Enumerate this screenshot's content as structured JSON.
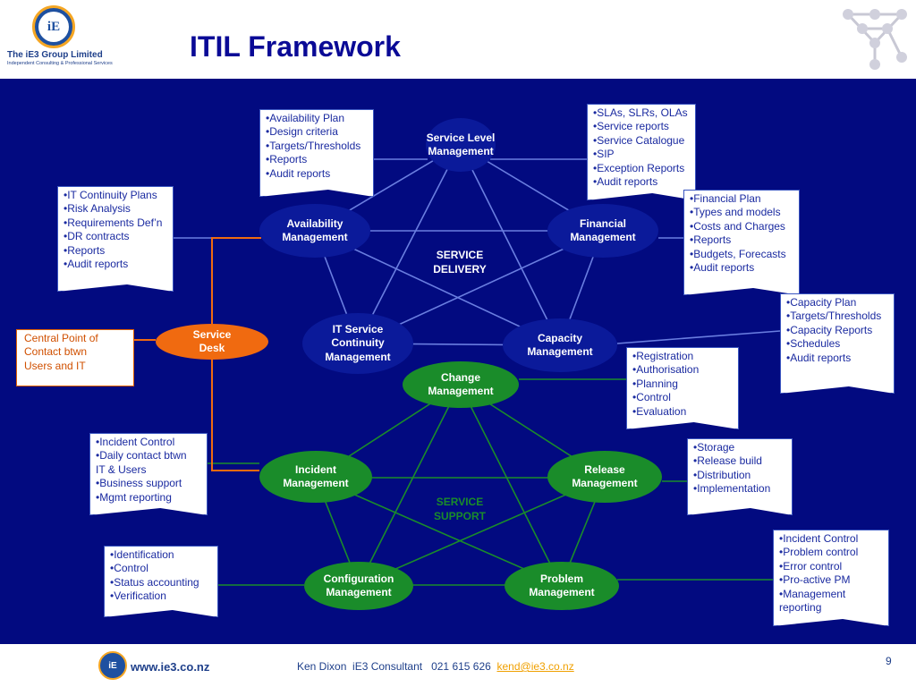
{
  "header": {
    "logo_text": "iE",
    "company_name": "The iE3 Group Limited",
    "company_tagline": "Independent Consulting & Professional Services",
    "title": "ITIL Framework"
  },
  "diagram": {
    "service_delivery_label": [
      "SERVICE",
      "DELIVERY"
    ],
    "service_support_label": [
      "SERVICE",
      "SUPPORT"
    ],
    "nodes": {
      "service_level": [
        "Service Level",
        "Management"
      ],
      "availability": [
        "Availability",
        "Management"
      ],
      "financial": [
        "Financial",
        "Management"
      ],
      "it_continuity": [
        "IT Service",
        "Continuity",
        "Management"
      ],
      "capacity": [
        "Capacity",
        "Management"
      ],
      "service_desk": [
        "Service",
        "Desk"
      ],
      "change": [
        "Change",
        "Management"
      ],
      "incident": [
        "Incident",
        "Management"
      ],
      "release": [
        "Release",
        "Management"
      ],
      "configuration": [
        "Configuration",
        "Management"
      ],
      "problem": [
        "Problem",
        "Management"
      ]
    },
    "notes": {
      "availability": [
        "•Availability Plan",
        "•Design criteria",
        "•Targets/Thresholds",
        "•Reports",
        "•Audit reports"
      ],
      "service_level": [
        "•SLAs, SLRs, OLAs",
        "•Service reports",
        "•Service Catalogue",
        "•SIP",
        "•Exception Reports",
        "•Audit reports"
      ],
      "it_continuity": [
        "•IT Continuity Plans",
        "•Risk Analysis",
        "•Requirements Def’n",
        "•DR contracts",
        "•Reports",
        "•Audit reports"
      ],
      "financial": [
        "•Financial Plan",
        "•Types and models",
        "•Costs and Charges",
        "•Reports",
        "•Budgets, Forecasts",
        "•Audit reports"
      ],
      "capacity": [
        "•Capacity Plan",
        "•Targets/Thresholds",
        "•Capacity Reports",
        "•Schedules",
        "•Audit reports"
      ],
      "change": [
        "•Registration",
        "•Authorisation",
        "•Planning",
        "•Control",
        "•Evaluation"
      ],
      "incident": [
        "•Incident Control",
        "•Daily contact btwn",
        "IT & Users",
        "•Business support",
        "•Mgmt reporting"
      ],
      "release": [
        "•Storage",
        "•Release build",
        "•Distribution",
        "•Implementation"
      ],
      "configuration": [
        "•Identification",
        "•Control",
        "•Status accounting",
        "•Verification"
      ],
      "problem": [
        "•Incident Control",
        "•Problem control",
        "•Error control",
        "•Pro-active PM",
        "•Management",
        "reporting"
      ],
      "service_desk": [
        "Central Point of",
        "Contact btwn",
        "Users and IT"
      ]
    }
  },
  "footer": {
    "logo_text": "iE",
    "website": "www.ie3.co.nz",
    "contact": "Ken Dixon  iE3 Consultant   021 615 626  ",
    "email": "kend@ie3.co.nz",
    "page_number": "9"
  },
  "colors": {
    "background": "#020a80",
    "delivery_oval": "#0b1a9a",
    "support_oval": "#1a8c2a",
    "service_desk": "#f06a10",
    "delivery_lines": "#6a7ee0",
    "support_lines": "#1a8c2a",
    "desk_link": "#f06a10",
    "title": "#0a0a96"
  }
}
